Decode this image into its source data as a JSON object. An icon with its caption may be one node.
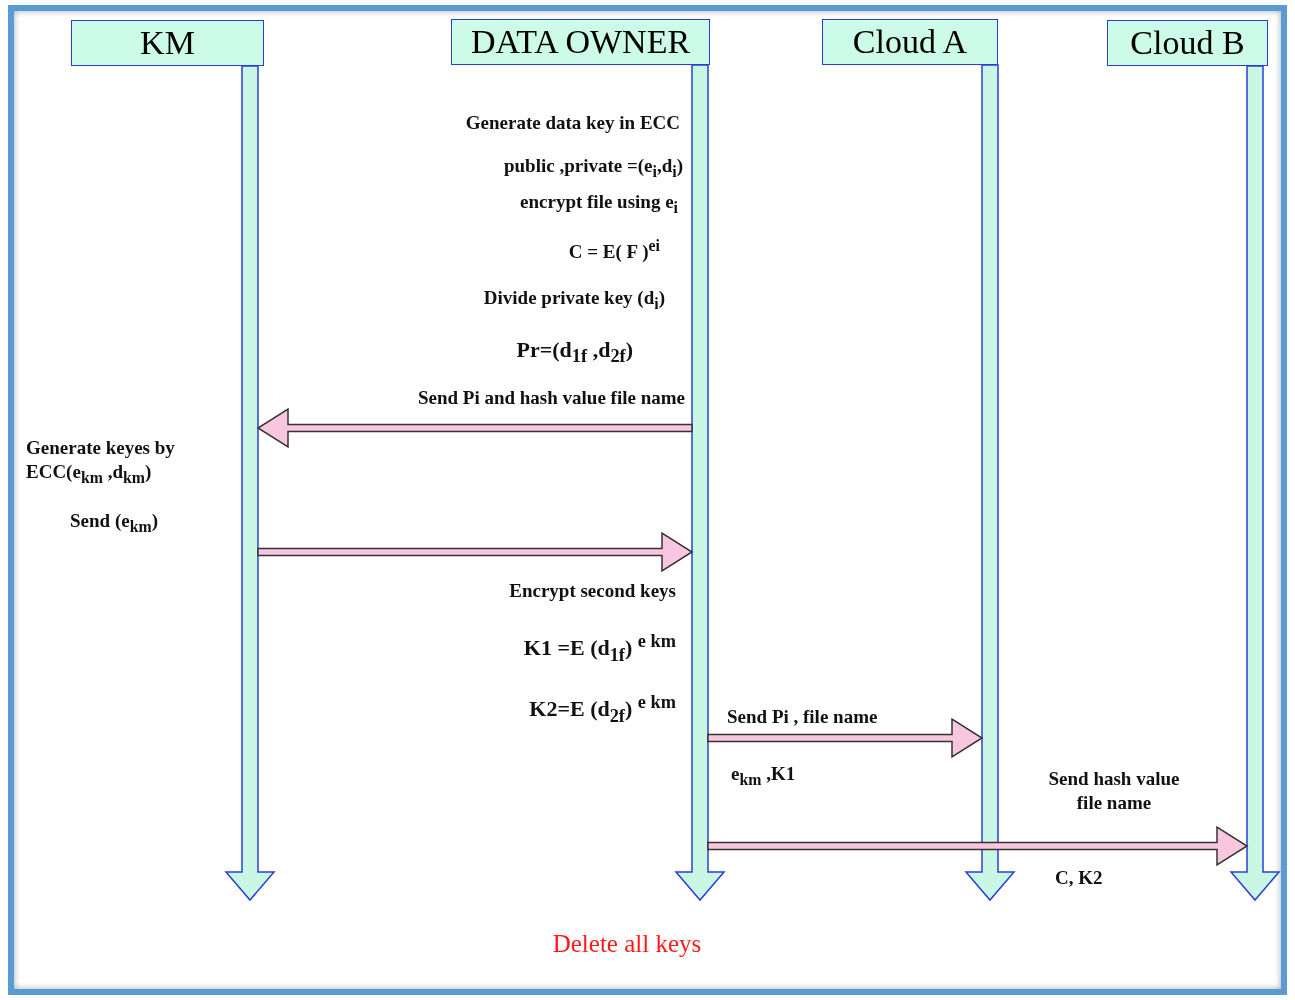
{
  "diagram": {
    "nodes": [
      {
        "text": [
          "KM"
        ]
      },
      {
        "text": [
          "DATA OWNER"
        ]
      },
      {
        "text": [
          "Cloud A"
        ]
      },
      {
        "text": [
          "Cloud B"
        ]
      }
    ],
    "edges": [
      {
        "from": 1,
        "to": 0,
        "arrow": "to",
        "label": "Send Pi and hash value file name",
        "color": "#f9c6df"
      },
      {
        "from": 0,
        "to": 1,
        "arrow": "to",
        "color": "#f9c6df"
      },
      {
        "from": 1,
        "to": 2,
        "arrow": "to",
        "label": "Send Pi , file name",
        "color": "#f9c6df"
      },
      {
        "from": 1,
        "to": 3,
        "arrow": "to",
        "label": "Send hash value file name",
        "color": "#f9c6df"
      }
    ],
    "labels": [
      "Generate data key in ECC",
      "public ,private =(e$_{i}$,d$_{i}$)",
      "encrypt file using e$_{i}$",
      "C = E( F )$^{ei}$",
      "Divide private key (d$_{i}$)",
      "Pr=(d$_{1f}$ ,d$_{2f}$)",
      "Generate keyes by ECC(e$_{km}$ ,d$_{km}$)",
      "Send (e$_{km}$)",
      "Encrypt second keys",
      "K1 =E (d$_{1f}$) $^{e km}$",
      "K2=E (d$_{2f}$) $^{e km}$",
      "e$_{km}$ ,K1",
      "C, K2",
      "Delete all keys"
    ]
  }
}
